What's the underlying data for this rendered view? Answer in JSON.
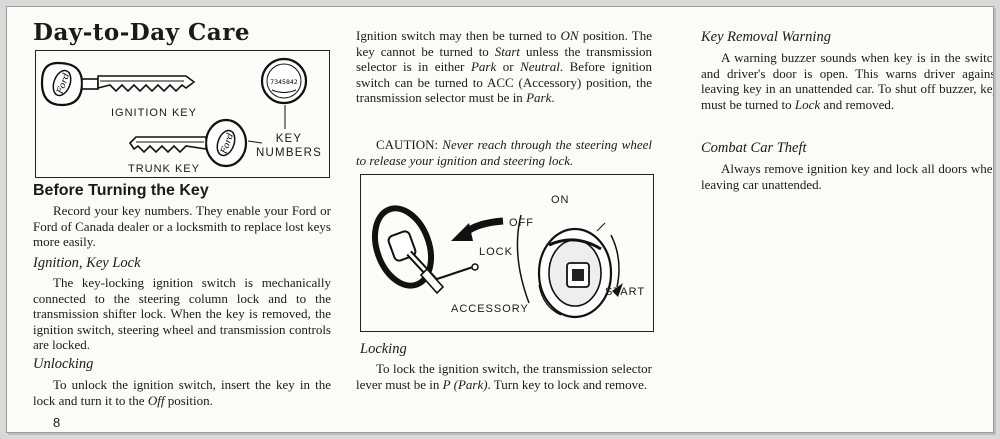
{
  "page": {
    "title": "Day-to-Day Care",
    "page_number": "8"
  },
  "key_figure": {
    "ignition_key_label": "IGNITION KEY",
    "trunk_key_label": "TRUNK KEY",
    "key_numbers_label_1": "KEY",
    "key_numbers_label_2": "NUMBERS",
    "key_tag_code": "7345842",
    "brand_mark": "Ford"
  },
  "before_turning": {
    "heading": "Before Turning the Key",
    "text": "Record your key numbers. They enable your Ford or Ford of Canada dealer or a locksmith to replace lost keys more easily."
  },
  "ignition_lock": {
    "heading": "Ignition, Key Lock",
    "text": "The key-locking ignition switch is mechanically connected to the steering column lock and to the transmission shifter lock. When the key is removed, the ignition switch, steering wheel and transmission controls are locked."
  },
  "unlocking": {
    "heading": "Unlocking",
    "text_a": "To unlock the ignition switch, insert the key in the lock and turn it to the ",
    "text_em": "Off",
    "text_b": " position."
  },
  "column2": {
    "p1_a": "Ignition switch may then be turned to ",
    "p1_on": "ON",
    "p1_b": " position. The key cannot be turned to ",
    "p1_start": "Start",
    "p1_c": " unless the transmission selector is in either ",
    "p1_park": "Park",
    "p1_d": " or ",
    "p1_neutral": "Neutral",
    "p1_e": ". Before ignition switch can be turned to ACC (Accessory) position, the transmission selector must be in ",
    "p1_park2": "Park",
    "p1_f": ".",
    "caution_label": "CAUTION:",
    "caution_text": "Never reach through the steering wheel to release your ignition and steering lock."
  },
  "ignition_figure": {
    "on": "ON",
    "off": "OFF",
    "lock": "LOCK",
    "accessory": "ACCESSORY",
    "start": "START"
  },
  "locking": {
    "heading": "Locking",
    "text_a": "To lock the ignition switch, the transmission selector lever must be in ",
    "text_em": "P (Park)",
    "text_b": ". Turn key to lock and remove."
  },
  "key_removal": {
    "heading": "Key Removal Warning",
    "text": "A warning buzzer sounds when key is in the switch and driver's door is open. This warns driver against leaving key in an unattended car. To shut off buzzer, key must be turned to ",
    "text_em": "Lock",
    "text_b": " and removed."
  },
  "combat_theft": {
    "heading": "Combat Car Theft",
    "text": "Always remove ignition key and lock all doors when leaving car unattended."
  }
}
